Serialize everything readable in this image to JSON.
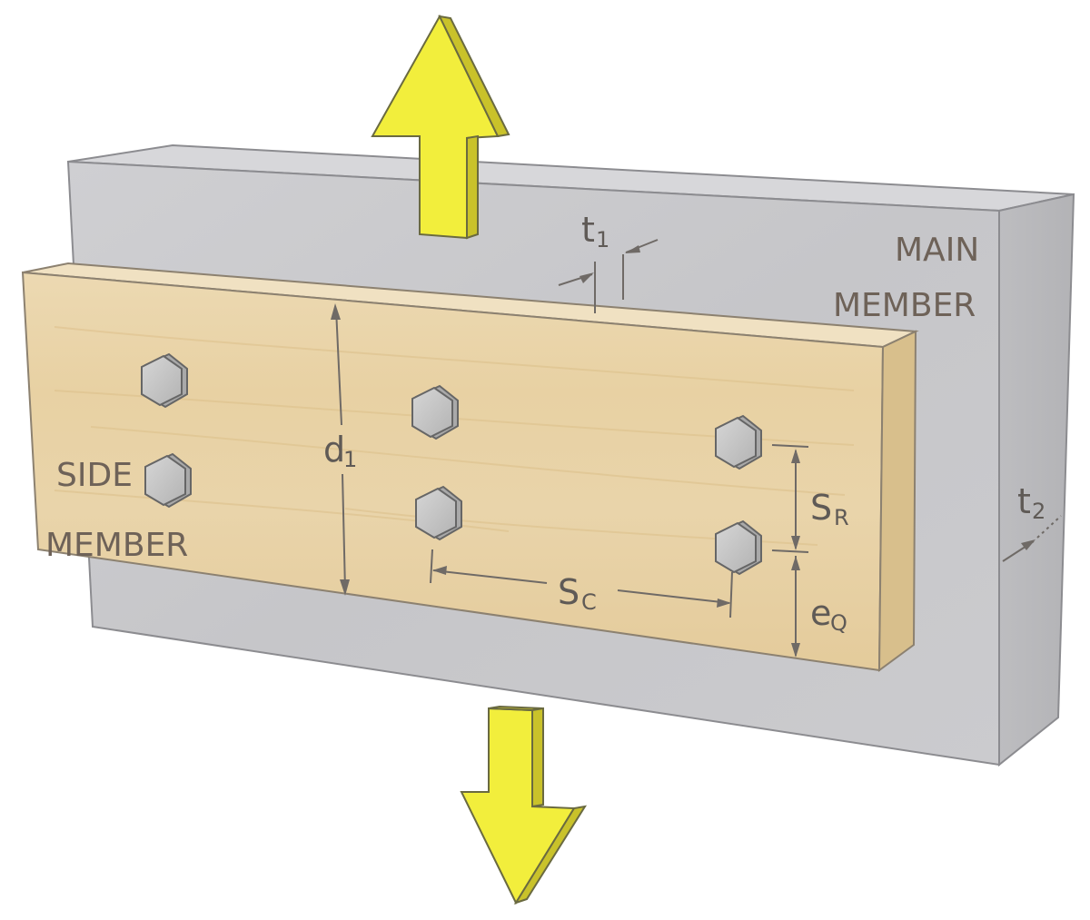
{
  "labels": {
    "main_member_line1": "MAIN",
    "main_member_line2": "MEMBER",
    "side_member_line1": "SIDE",
    "side_member_line2": "MEMBER"
  },
  "dimensions": {
    "t1": {
      "symbol": "t",
      "subscript": "1"
    },
    "t2": {
      "symbol": "t",
      "subscript": "2"
    },
    "d1": {
      "symbol": "d",
      "subscript": "1"
    },
    "sr": {
      "symbol": "S",
      "subscript": "R"
    },
    "sc": {
      "symbol": "S",
      "subscript": "C"
    },
    "eq": {
      "symbol": "e",
      "subscript": "Q"
    }
  },
  "colors": {
    "concrete": "#c9c9cc",
    "wood": "#e8d2a6",
    "arrow": "#f2ee3c",
    "bolt": "#bdbdbd",
    "label": "#6e6258"
  },
  "load_arrows": [
    "up-arrow-icon",
    "down-arrow-icon"
  ]
}
